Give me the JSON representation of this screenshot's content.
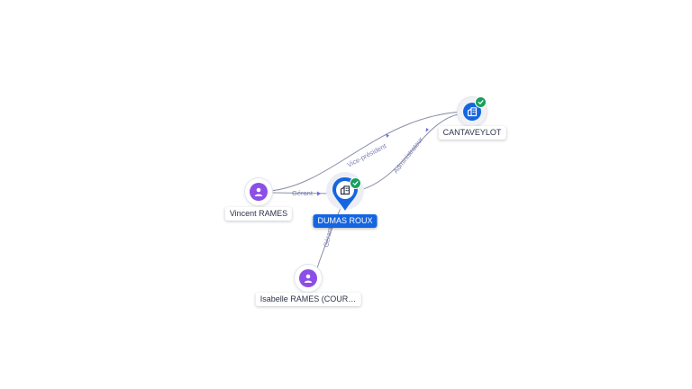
{
  "nodes": {
    "dumas_roux": {
      "label": "DUMAS ROUX",
      "type": "company",
      "verified": true,
      "primary": true
    },
    "cantaveylot": {
      "label": "CANTAVEYLOT",
      "type": "company",
      "verified": true
    },
    "vincent_rames": {
      "label": "Vincent RAMES",
      "type": "person"
    },
    "isabelle_rames": {
      "label": "Isabelle RAMES (COUR…",
      "type": "person"
    }
  },
  "edges": {
    "vincent_to_dumas": {
      "label": "Gérant"
    },
    "vincent_to_cantaveylot": {
      "label": "Vice-président"
    },
    "dumas_to_cantaveylot": {
      "label": "Administrateur"
    },
    "isabelle_to_dumas": {
      "label": "Gérant"
    }
  },
  "colors": {
    "company_primary": "#1565e0",
    "person_icon": "#8b4fe6",
    "verified_badge": "#17a05d",
    "edge_line": "#8a90a8",
    "edge_label": "#7a7fb0"
  },
  "icons": {
    "person": "person-icon",
    "company": "building-icon",
    "verified": "check-icon"
  }
}
